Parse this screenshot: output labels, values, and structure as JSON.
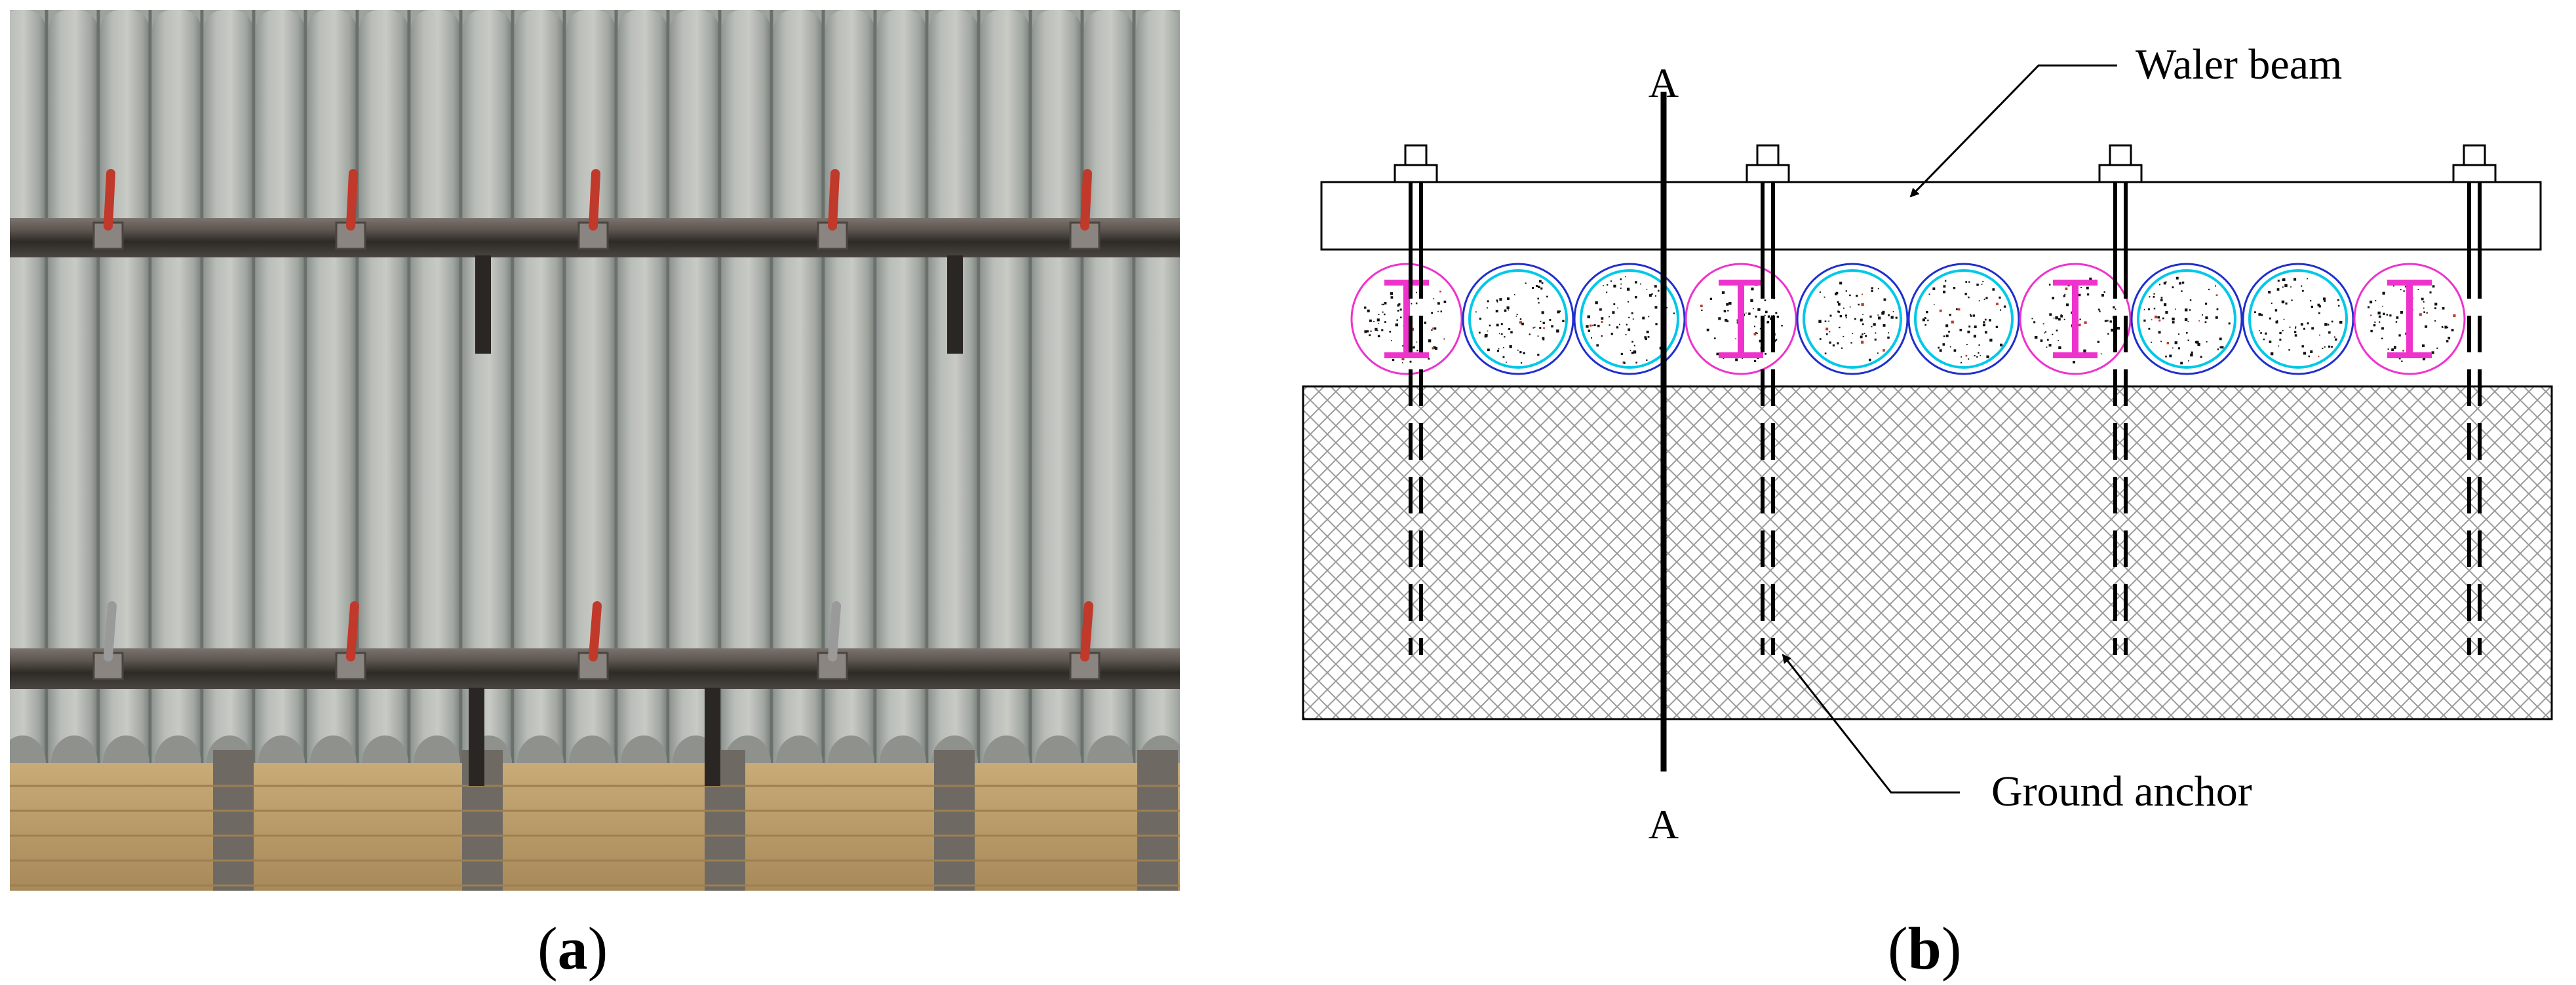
{
  "panels": {
    "a": {
      "label_open": "(",
      "label_letter": "a",
      "label_close": ")"
    },
    "b": {
      "label_open": "(",
      "label_letter": "b",
      "label_close": ")"
    }
  },
  "diagram": {
    "labels": {
      "waler_beam": "Waler beam",
      "ground_anchor": "Ground anchor",
      "section_top": "A",
      "section_bottom": "A"
    }
  },
  "colors": {
    "waler_fill": "#ffffff",
    "outline": "#000000",
    "hpile_circle": "#ee33cc",
    "conc_outer": "#1f2fcc",
    "conc_inner": "#00c8e8",
    "soil_hatch": "#8c8c8c",
    "photo_concrete": "#a7aca8",
    "photo_beam": "#3e3b38",
    "photo_bar": "#c0392b",
    "photo_lagging": "#b89a6a"
  }
}
